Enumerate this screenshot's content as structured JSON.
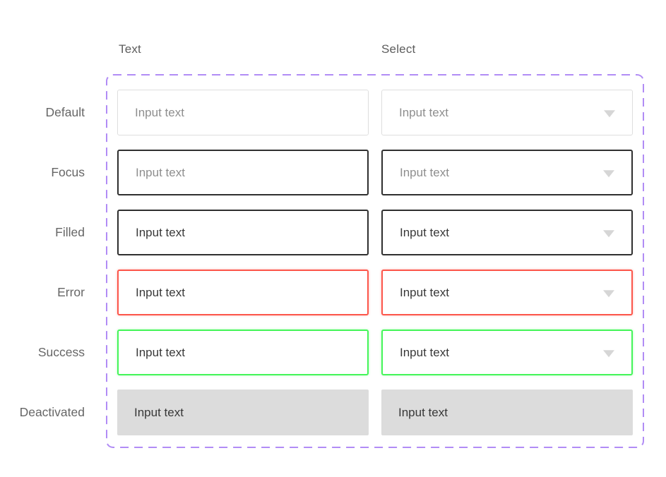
{
  "columns": [
    {
      "label": "Text"
    },
    {
      "label": "Select"
    }
  ],
  "rows": [
    {
      "state": "Default",
      "text_input": {
        "value": "",
        "placeholder": "Input text",
        "is_placeholder": true
      },
      "select_input": {
        "value": "",
        "placeholder": "Input text",
        "is_placeholder": true,
        "has_caret": true
      }
    },
    {
      "state": "Focus",
      "text_input": {
        "value": "",
        "placeholder": "Input text",
        "is_placeholder": true
      },
      "select_input": {
        "value": "",
        "placeholder": "Input text",
        "is_placeholder": true,
        "has_caret": true
      }
    },
    {
      "state": "Filled",
      "text_input": {
        "value": "Input text",
        "placeholder": "Input text",
        "is_placeholder": false
      },
      "select_input": {
        "value": "Input text",
        "placeholder": "Input text",
        "is_placeholder": false,
        "has_caret": true
      }
    },
    {
      "state": "Error",
      "text_input": {
        "value": "Input text",
        "placeholder": "Input text",
        "is_placeholder": false
      },
      "select_input": {
        "value": "Input text",
        "placeholder": "Input text",
        "is_placeholder": false,
        "has_caret": true
      }
    },
    {
      "state": "Success",
      "text_input": {
        "value": "Input text",
        "placeholder": "Input text",
        "is_placeholder": false
      },
      "select_input": {
        "value": "Input text",
        "placeholder": "Input text",
        "is_placeholder": false,
        "has_caret": true
      }
    },
    {
      "state": "Deactivated",
      "text_input": {
        "value": "Input text",
        "placeholder": "Input text",
        "is_placeholder": false
      },
      "select_input": {
        "value": "Input text",
        "placeholder": "Input text",
        "is_placeholder": false,
        "has_caret": false
      }
    }
  ],
  "colors": {
    "frame_dashed_border": "#b18cf5",
    "default_border": "#dedede",
    "focus_border": "#2f2f2f",
    "error_border": "#fc564b",
    "success_border": "#45f55a",
    "deactivated_bg": "#dcdcdc",
    "placeholder_text": "#8e8e8e",
    "value_text": "#383838",
    "label_text": "#666666",
    "header_text": "#5d5d5d",
    "caret": "#d6d6d6"
  }
}
